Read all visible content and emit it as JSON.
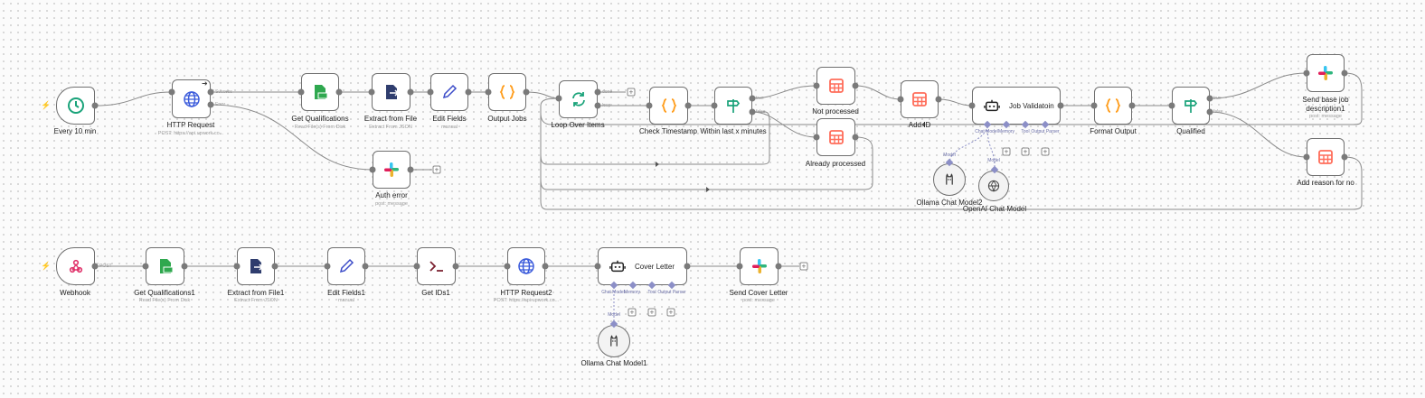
{
  "workflow": {
    "nodes": {
      "every10": {
        "label": "Every 10 min"
      },
      "http": {
        "label": "HTTP Request",
        "sub": "POST: https://api.upwork.co...",
        "port_success": "Success",
        "port_error": "Error"
      },
      "getqual": {
        "label": "Get Qualifications",
        "sub": "Read File(s) From Disk"
      },
      "extract": {
        "label": "Extract from File",
        "sub": "Extract From JSON"
      },
      "editfields": {
        "label": "Edit Fields",
        "sub": "manual"
      },
      "outputjobs": {
        "label": "Output Jobs"
      },
      "loop": {
        "label": "Loop Over Items",
        "port_done": "done",
        "port_loop": "loop"
      },
      "checkts": {
        "label": "Check Timestamp"
      },
      "within": {
        "label": "Within last x minutes",
        "port_true": "true",
        "port_false": "false"
      },
      "notproc": {
        "label": "Not processed"
      },
      "already": {
        "label": "Already processed"
      },
      "addid": {
        "label": "Add ID"
      },
      "jobval": {
        "label": "Job Validatoin",
        "port_model": "Chat Model",
        "port_memory": "Memory",
        "port_tool": "Tool",
        "port_parser": "Output Parser"
      },
      "format": {
        "label": "Format Output"
      },
      "qualified": {
        "label": "Qualified",
        "port_true": "true",
        "port_false": "false"
      },
      "sendbase": {
        "label": "Send base job description1",
        "sub": "post: message"
      },
      "addreason": {
        "label": "Add reason for no"
      },
      "authmsg": {
        "label": "Auth error",
        "sub": "post: message"
      },
      "ollama2": {
        "label": "Ollama Chat Model2",
        "port": "Model"
      },
      "openai": {
        "label": "OpenAI Chat Model",
        "port": "Model"
      },
      "webhook": {
        "label": "Webhook",
        "port_post": "POST"
      },
      "getqual1": {
        "label": "Get Qualifications1",
        "sub": "Read File(s) From Disk"
      },
      "extract1": {
        "label": "Extract from File1",
        "sub": "Extract From JSON"
      },
      "edit1": {
        "label": "Edit Fields1",
        "sub": "manual"
      },
      "getids": {
        "label": "Get IDs1"
      },
      "http2": {
        "label": "HTTP Request2",
        "sub": "POST: https://api.upwork.co..."
      },
      "cover": {
        "label": "Cover Letter",
        "port_model": "Chat Model",
        "port_memory": "Memory",
        "port_tool": "Tool",
        "port_parser": "Output Parser"
      },
      "sendcover": {
        "label": "Send Cover Letter",
        "sub": "post: message"
      },
      "ollama1": {
        "label": "Ollama Chat Model1",
        "port": "Model"
      }
    },
    "icons": {
      "every10": "clock-icon",
      "http": "globe-icon",
      "getqual": "file-read-icon",
      "extract": "file-extract-icon",
      "editfields": "pencil-icon",
      "outputjobs": "code-braces-icon",
      "loop": "loop-icon",
      "checkts": "code-braces-icon",
      "within": "signpost-icon",
      "notproc": "table-icon",
      "already": "table-icon",
      "addid": "table-icon",
      "jobval": "robot-icon",
      "format": "code-braces-icon",
      "qualified": "signpost-icon",
      "sendbase": "slack-icon",
      "addreason": "table-icon",
      "authmsg": "slack-icon",
      "ollama2": "llama-icon",
      "openai": "openai-icon",
      "webhook": "webhook-icon",
      "getqual1": "file-read-icon",
      "extract1": "file-extract-icon",
      "edit1": "pencil-icon",
      "getids": "terminal-icon",
      "http2": "globe-icon",
      "cover": "robot-icon",
      "sendcover": "slack-icon",
      "ollama1": "llama-icon"
    },
    "colors": {
      "wire": "#8a8a8a",
      "accent_orange": "#ff9d1c",
      "accent_green": "#1aa37a",
      "table_red": "#ff6d5a",
      "globe_blue": "#3b5bdb",
      "dark_navy": "#2f3d6e",
      "purple_port": "#8c8fc7",
      "trigger_bolt": "#ff6d5a"
    }
  }
}
